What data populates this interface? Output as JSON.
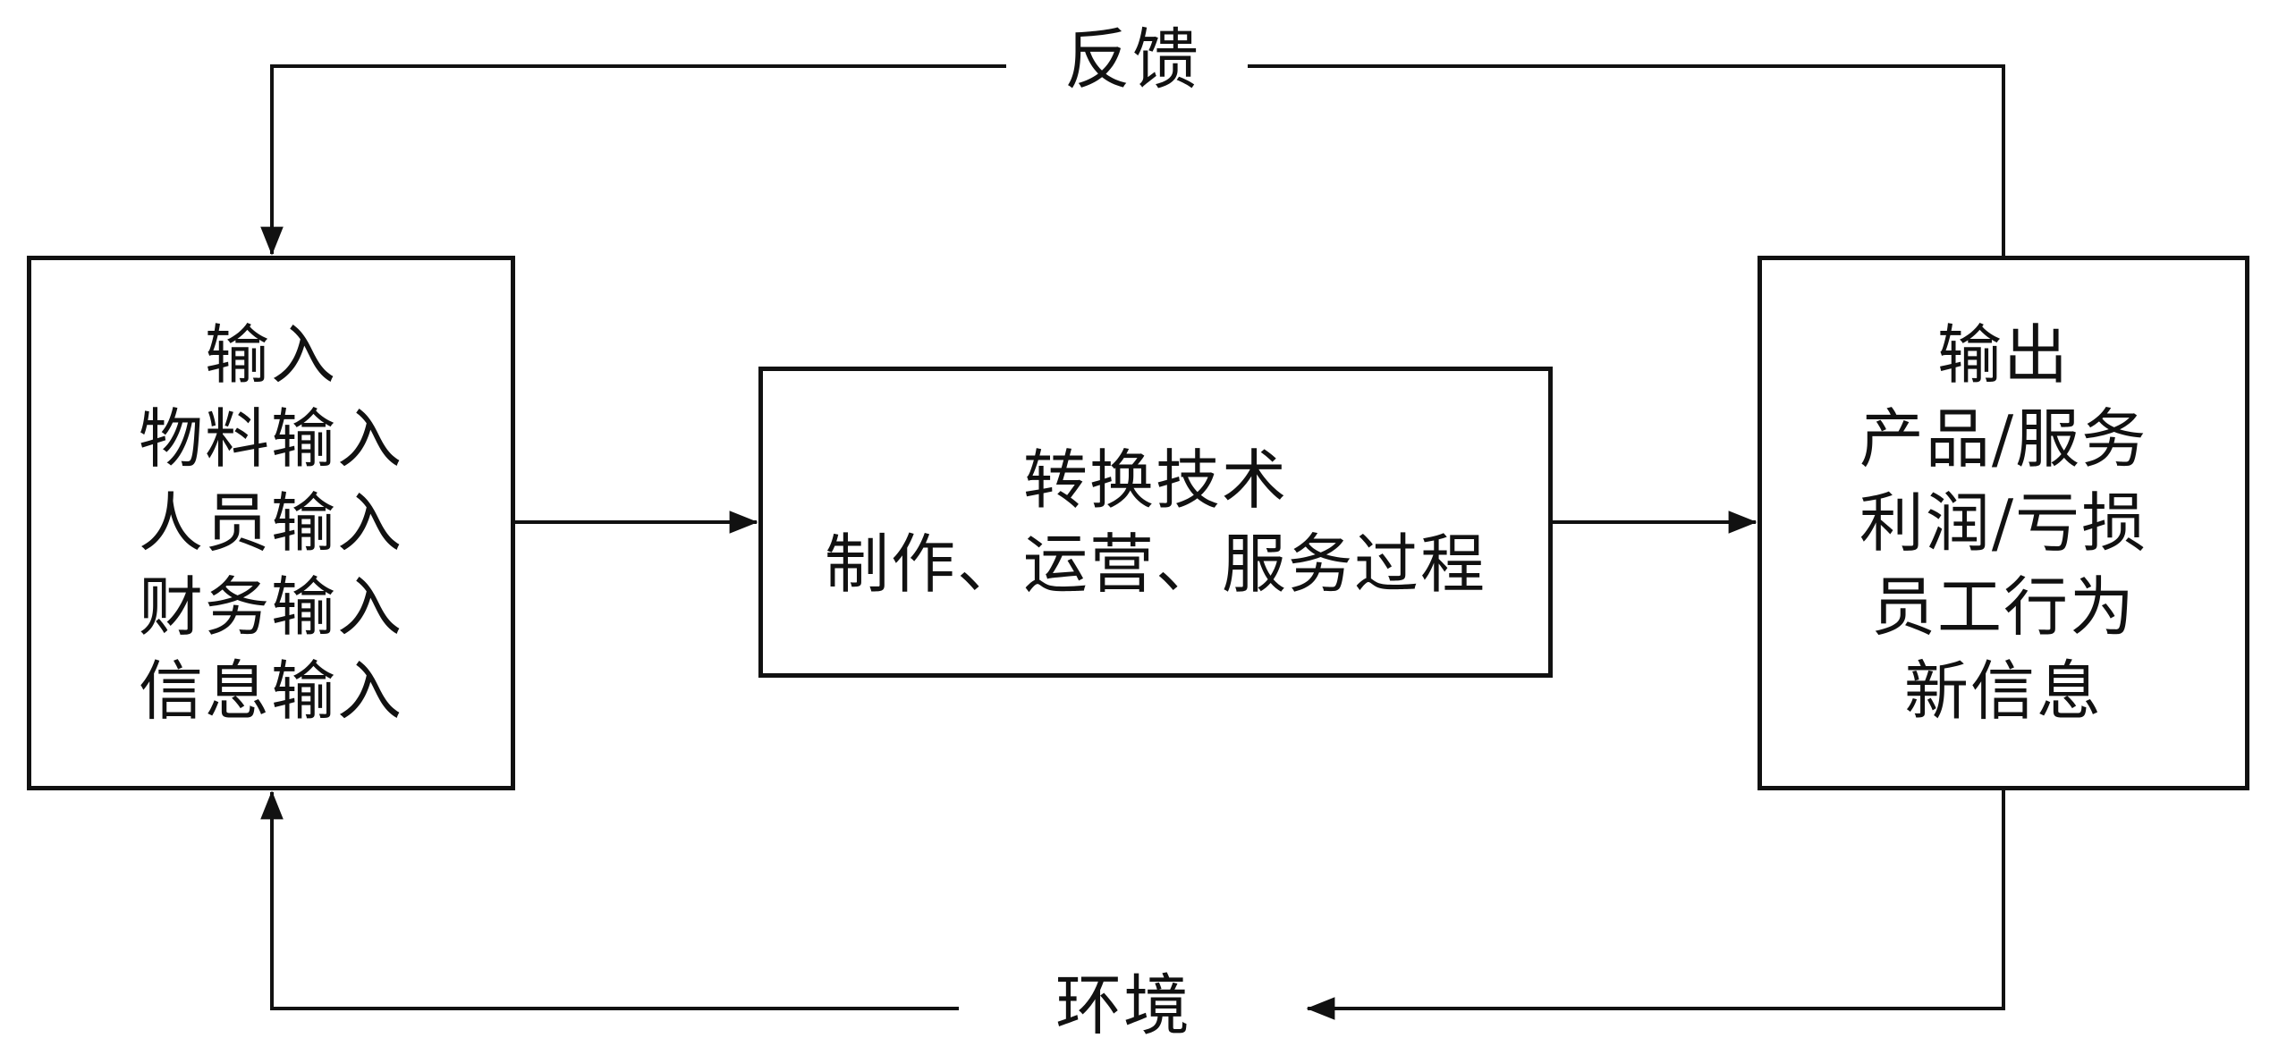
{
  "input_box": {
    "lines": [
      "输入",
      "物料输入",
      "人员输入",
      "财务输入",
      "信息输入"
    ]
  },
  "process_box": {
    "lines": [
      "转换技术",
      "制作、运营、服务过程"
    ]
  },
  "output_box": {
    "lines": [
      "输出",
      "产品/服务",
      "利润/亏损",
      "员工行为",
      "新信息"
    ]
  },
  "labels": {
    "feedback": "反馈",
    "environment": "环境"
  }
}
